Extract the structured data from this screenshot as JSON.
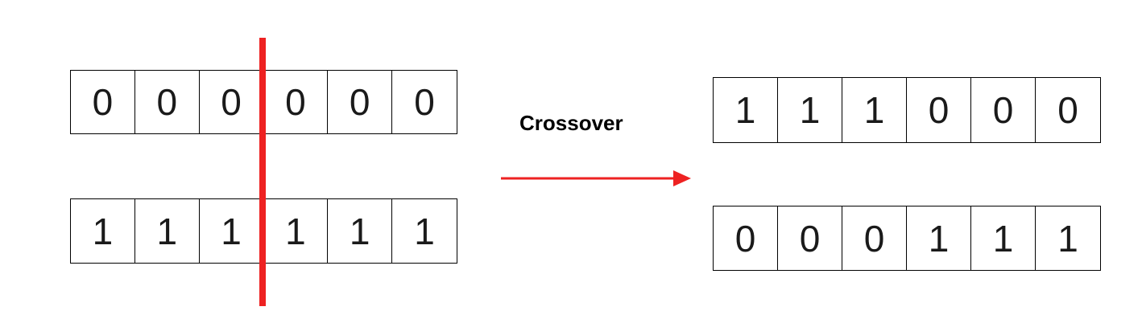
{
  "label": "Crossover",
  "cut_color": "#ee2222",
  "parents": [
    {
      "cells": [
        "0",
        "0",
        "0",
        "0",
        "0",
        "0"
      ]
    },
    {
      "cells": [
        "1",
        "1",
        "1",
        "1",
        "1",
        "1"
      ]
    }
  ],
  "children": [
    {
      "cells": [
        "1",
        "1",
        "1",
        "0",
        "0",
        "0"
      ]
    },
    {
      "cells": [
        "0",
        "0",
        "0",
        "1",
        "1",
        "1"
      ]
    }
  ]
}
